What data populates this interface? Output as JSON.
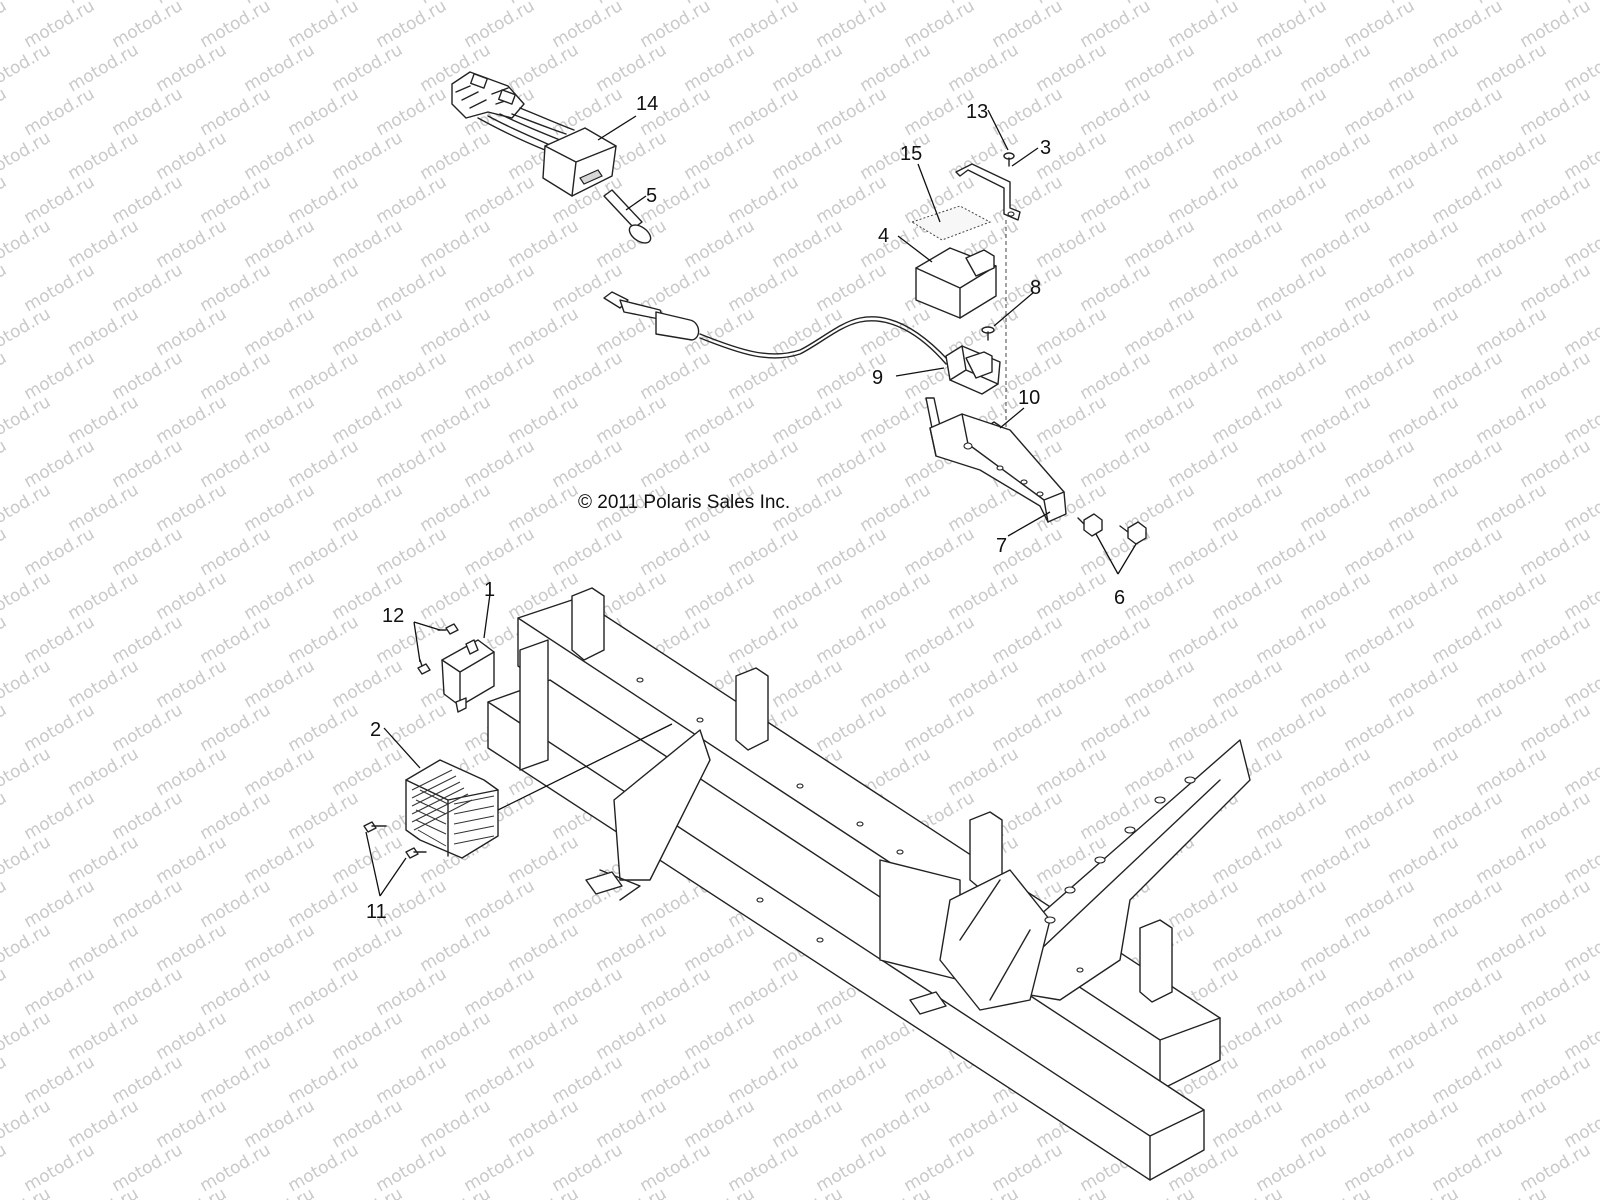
{
  "diagram": {
    "copyright": "© 2011 Polaris Sales Inc.",
    "watermark": "motod.ru",
    "callouts": [
      {
        "id": "1",
        "label": "1"
      },
      {
        "id": "2",
        "label": "2"
      },
      {
        "id": "3",
        "label": "3"
      },
      {
        "id": "4",
        "label": "4"
      },
      {
        "id": "5",
        "label": "5"
      },
      {
        "id": "6",
        "label": "6"
      },
      {
        "id": "7",
        "label": "7"
      },
      {
        "id": "8",
        "label": "8"
      },
      {
        "id": "9",
        "label": "9"
      },
      {
        "id": "10",
        "label": "10"
      },
      {
        "id": "11",
        "label": "11"
      },
      {
        "id": "12",
        "label": "12"
      },
      {
        "id": "13",
        "label": "13"
      },
      {
        "id": "14",
        "label": "14"
      },
      {
        "id": "15",
        "label": "15"
      }
    ]
  }
}
